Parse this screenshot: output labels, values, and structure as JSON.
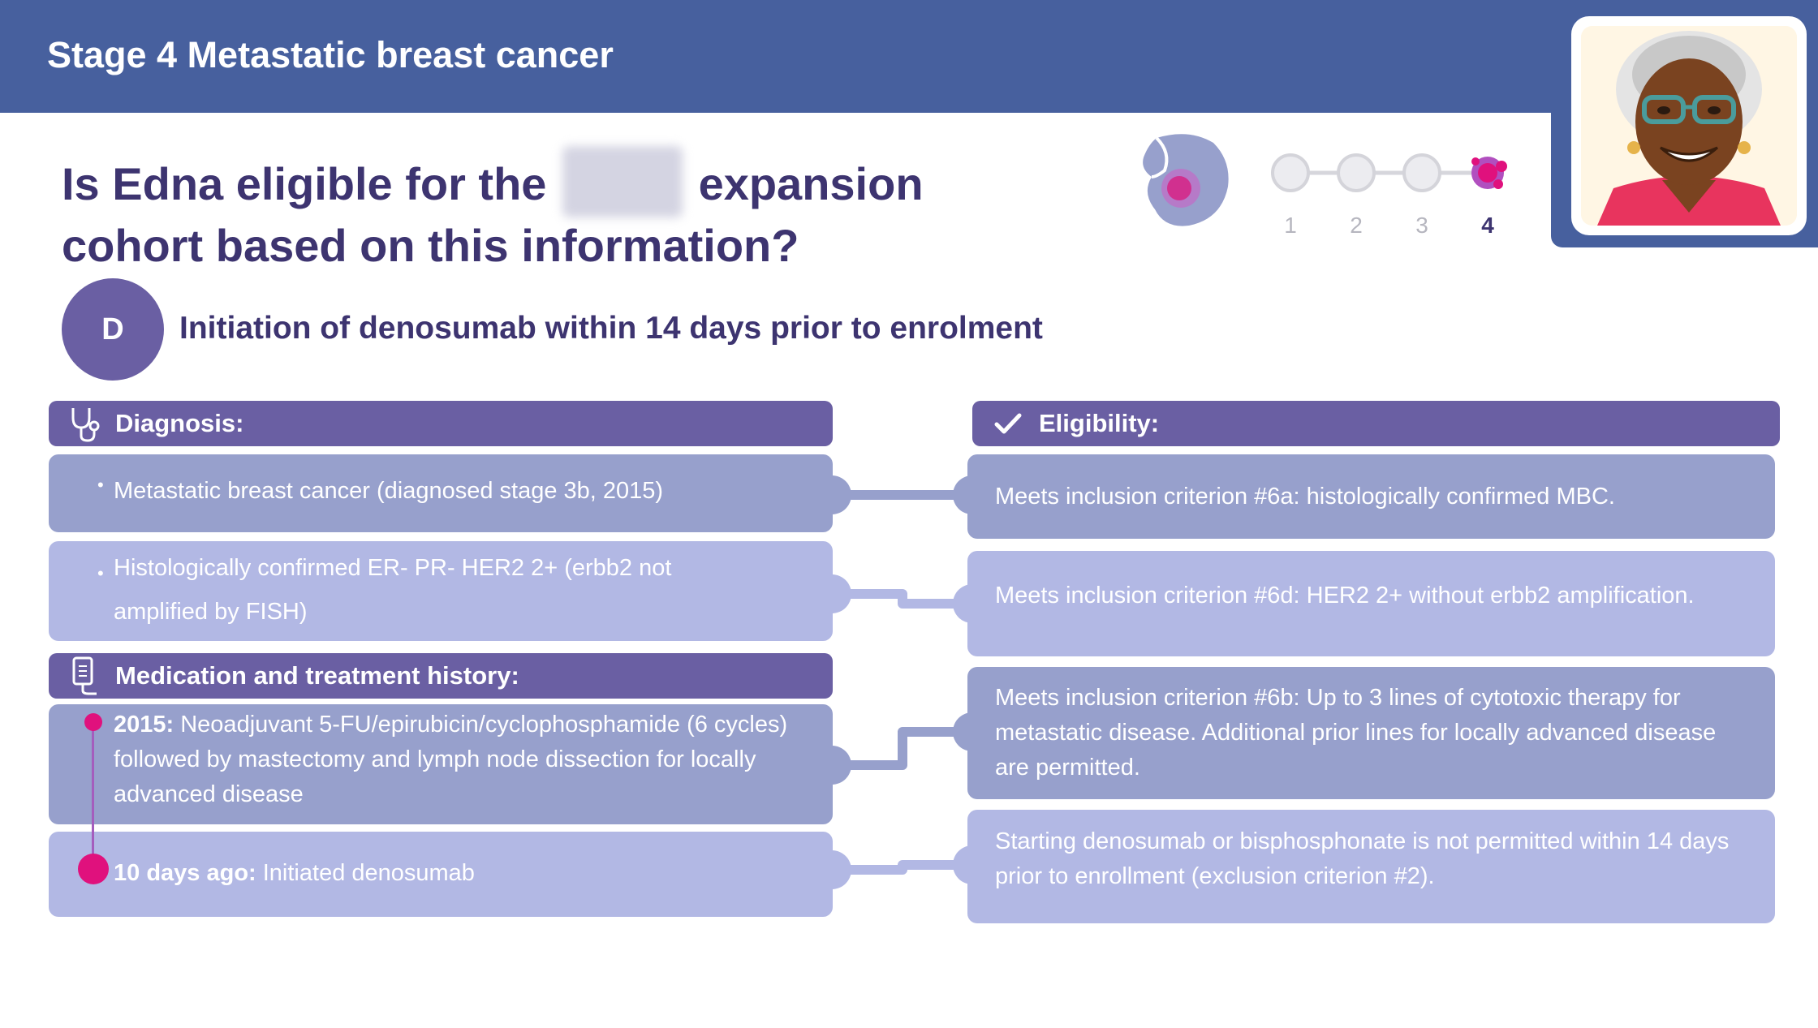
{
  "header": {
    "title": "Stage 4 Metastatic breast cancer"
  },
  "question": {
    "part1": "Is Edna eligible for the",
    "part2": "expansion cohort based on this information?"
  },
  "stepper": {
    "steps": [
      "1",
      "2",
      "3",
      "4"
    ],
    "current": 4
  },
  "criterion": {
    "letter": "D",
    "text": "Initiation of denosumab within 14 days prior to enrolment"
  },
  "diagnosis": {
    "title": "Diagnosis:",
    "items": [
      "Metastatic breast cancer (diagnosed stage 3b, 2015)",
      "Histologically confirmed ER- PR- HER2 2+ (erbb2 not",
      "amplified by FISH)"
    ],
    "bullet": "•"
  },
  "medication": {
    "title": "Medication and treatment history:",
    "items": [
      {
        "date": "2015:",
        "line1": "Neoadjuvant 5-FU/epirubicin/cyclophosphamide (6 cycles)",
        "line2": "followed by mastectomy and lymph node dissection for locally",
        "line3": "advanced disease"
      },
      {
        "date": "10 days ago:",
        "line1": "Initiated denosumab"
      }
    ]
  },
  "eligibility": {
    "title": "Eligibility:",
    "items": [
      "Meets inclusion criterion #6a: histologically confirmed MBC.",
      "Meets inclusion criterion #6d: HER2 2+ without erbb2 amplification.",
      "Meets inclusion criterion #6b: Up to 3 lines of cytotoxic therapy for metastatic disease. Additional prior lines for locally advanced disease are permitted.",
      "Starting denosumab or bisphosphonate is not permitted within 14 days prior to enrollment (exclusion criterion #2)."
    ]
  },
  "colors": {
    "header": "#47609e",
    "section_header": "#6a5fa3",
    "card_dark": "#97a0cc",
    "card_light": "#b2b8e4",
    "accent_pink": "#e0117d",
    "title_text": "#3d3470"
  },
  "icons": {
    "diagnosis": "stethoscope-icon",
    "medication": "iv-bag-icon",
    "eligibility": "checkmark-icon",
    "organ": "breast-tumor-icon",
    "patient": "patient-portrait"
  }
}
